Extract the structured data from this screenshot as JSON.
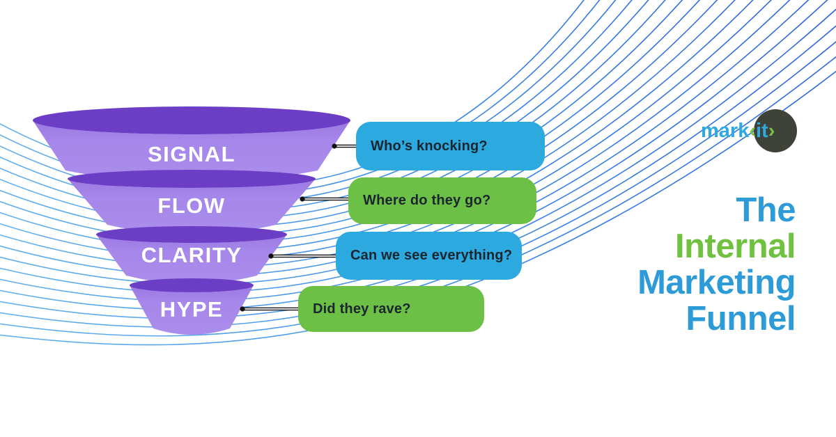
{
  "background_color": "#FFFFFF",
  "decor": {
    "description": "guilloche swoosh lines",
    "line_count": 20,
    "gradient": [
      "#63B1EF",
      "#3C89E8",
      "#2B62DC"
    ]
  },
  "funnel": {
    "text_color": "#FFFFFF",
    "top_color": "#6C3EC6",
    "body_gradient": [
      "#9B79E2",
      "#A687EA",
      "#AA8DEC"
    ],
    "tiers": [
      {
        "label": "SIGNAL"
      },
      {
        "label": "FLOW"
      },
      {
        "label": "CLARITY"
      },
      {
        "label": "HYPE"
      }
    ]
  },
  "callouts": [
    {
      "text": "Who’s knocking?",
      "bg": "#2CA9DE",
      "color_name": "blue"
    },
    {
      "text": "Where do they go?",
      "bg": "#6DC046",
      "color_name": "green"
    },
    {
      "text": "Can we see everything?",
      "bg": "#2CA9DE",
      "color_name": "blue"
    },
    {
      "text": "Did they rave?",
      "bg": "#6DC046",
      "color_name": "green"
    }
  ],
  "callout_text_color": "#1B2530",
  "logo": {
    "mark": "mark",
    "bracket_open": "‹",
    "it": "it",
    "bracket_close": "›",
    "blue": "#2FA9DF",
    "green": "#7BC143",
    "circle_color": "#3E4239"
  },
  "title": {
    "blue": "#2D9BD8",
    "green": "#70C140",
    "lines": [
      {
        "text": "The",
        "color_name": "blue"
      },
      {
        "text": "Internal",
        "color_name": "green"
      },
      {
        "text": "Marketing",
        "color_name": "blue"
      },
      {
        "text": "Funnel",
        "color_name": "blue"
      }
    ]
  }
}
